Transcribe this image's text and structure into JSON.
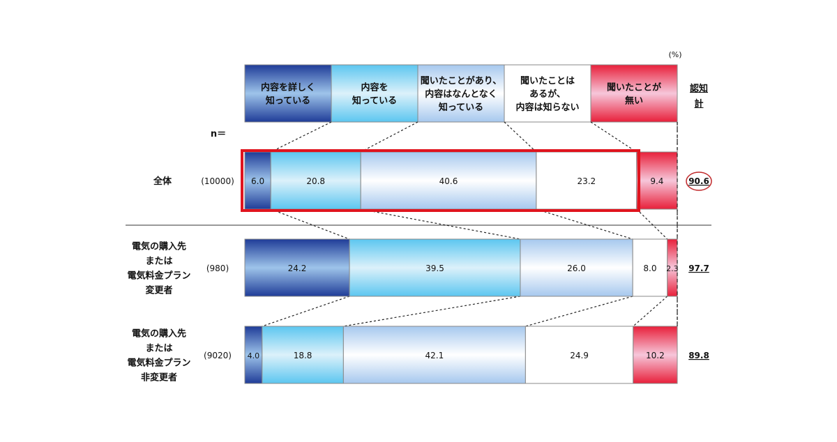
{
  "chart_data": {
    "type": "bar",
    "orientation": "horizontal-stacked-100",
    "unit_label": "(%)",
    "n_label": "n＝",
    "total_header": "認知計",
    "legend": [
      {
        "name": "内容を詳しく知っている",
        "lines": [
          "内容を詳しく",
          "知っている"
        ],
        "color": "#1f3c98"
      },
      {
        "name": "内容を知っている",
        "lines": [
          "内容を",
          "知っている"
        ],
        "color": "#5fc8f0"
      },
      {
        "name": "聞いたことがあり、内容はなんとなく知っている",
        "lines": [
          "聞いたことがあり、",
          "内容はなんとなく",
          "知っている"
        ],
        "color": "#a8c9ee"
      },
      {
        "name": "聞いたことはあるが、内容は知らない",
        "lines": [
          "聞いたことは",
          "あるが、",
          "内容は知らない"
        ],
        "color": "#ffffff"
      },
      {
        "name": "聞いたことが無い",
        "lines": [
          "聞いたことが",
          "無い"
        ],
        "color": "#e8203a"
      }
    ],
    "categories": [
      {
        "label_lines": [
          "全体"
        ],
        "n": "(10000)",
        "values": [
          6.0,
          20.8,
          40.6,
          23.2,
          9.4
        ],
        "total": "90.6",
        "highlighted": true
      },
      {
        "label_lines": [
          "電気の購入先",
          "または",
          "電気料金プラン",
          "変更者"
        ],
        "n": "(980)",
        "values": [
          24.2,
          39.5,
          26.0,
          8.0,
          2.3
        ],
        "total": "97.7",
        "highlighted": false
      },
      {
        "label_lines": [
          "電気の購入先",
          "または",
          "電気料金プラン",
          "非変更者"
        ],
        "n": "(9020)",
        "values": [
          4.0,
          18.8,
          42.1,
          24.9,
          10.2
        ],
        "total": "89.8",
        "highlighted": false
      }
    ],
    "xlim": [
      0,
      100
    ]
  }
}
